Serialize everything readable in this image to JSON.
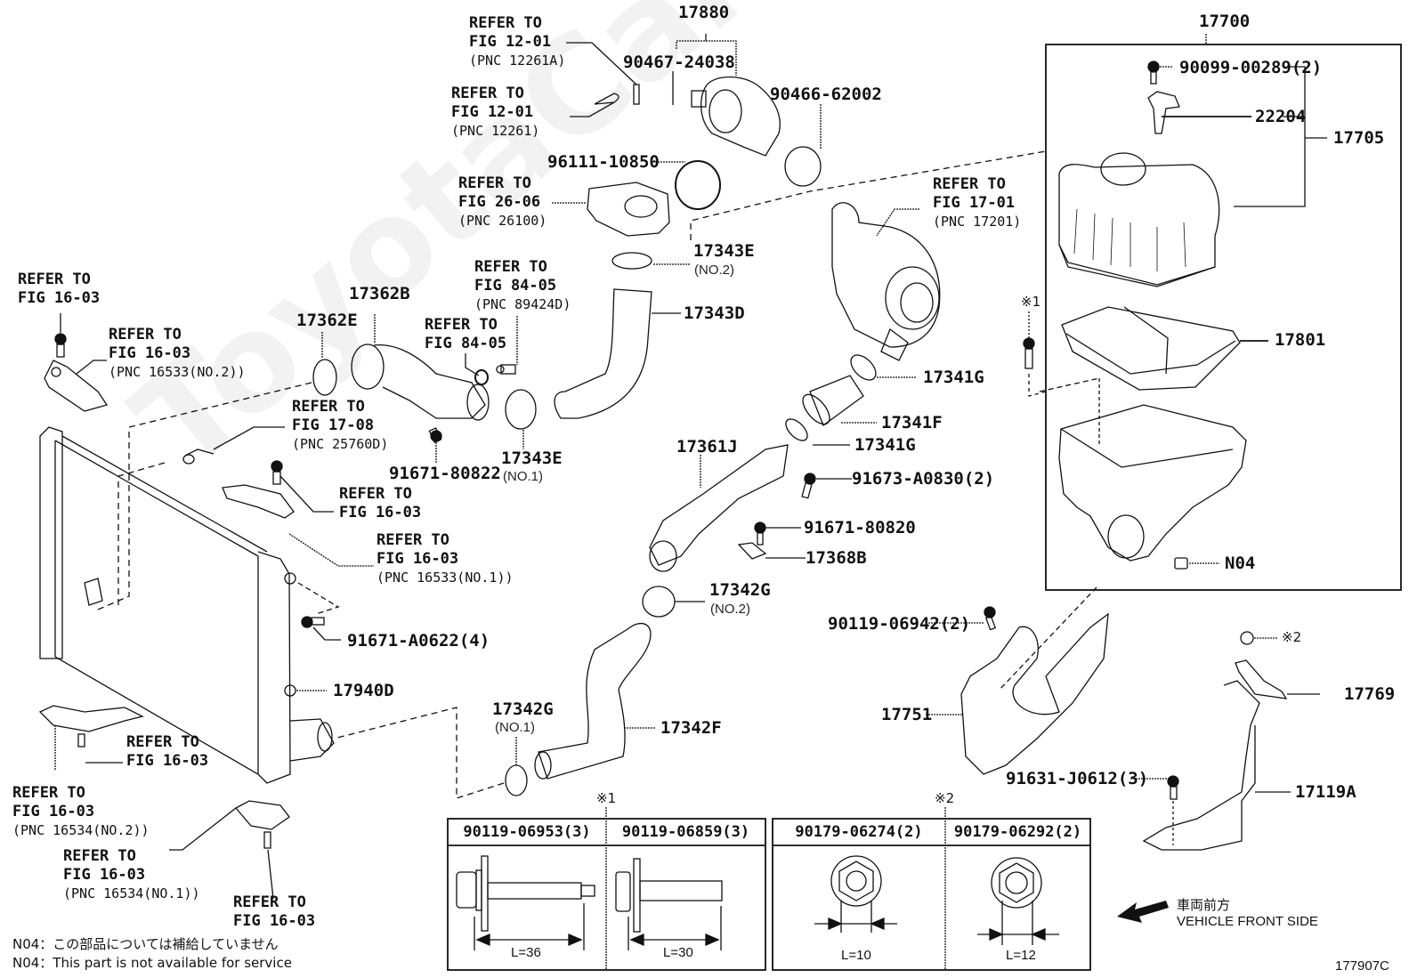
{
  "diagram": {
    "figure_id": "177907C",
    "watermark": "ToyotaCarMine.ru",
    "parts": {
      "p17880": "17880",
      "p90467": "90467-24038",
      "p90466": "90466-62002",
      "p96111": "96111-10850",
      "p17343E_no2": "17343E",
      "p17343E_no2_sub": "(NO.2)",
      "p17343D": "17343D",
      "p17362B": "17362B",
      "p17362E": "17362E",
      "p17343E_no1": "17343E",
      "p17343E_no1_sub": "(NO.1)",
      "p91671_80822": "91671-80822",
      "p17341G_a": "17341G",
      "p17341F": "17341F",
      "p17341G_b": "17341G",
      "p17361J": "17361J",
      "p91673": "91673-A0830(2)",
      "p91671_80820": "91671-80820",
      "p17368B": "17368B",
      "p17342G_no2": "17342G",
      "p17342G_no2_sub": "(NO.2)",
      "p17342F": "17342F",
      "p17342G_no1": "17342G",
      "p17342G_no1_sub": "(NO.1)",
      "p91671_A0622": "91671-A0622(4)",
      "p17940D": "17940D",
      "p17700": "17700",
      "p90099": "90099-00289(2)",
      "p22204": "22204",
      "p17705": "17705",
      "p17801": "17801",
      "pN04": "N04",
      "p90119_06942": "90119-06942(2)",
      "p17751": "17751",
      "p17769": "17769",
      "p91631": "91631-J0612(3)",
      "p17119A": "17119A"
    },
    "refs": {
      "r1": {
        "l1": "REFER TO",
        "l2": "FIG 12-01",
        "l3": "(PNC 12261A)"
      },
      "r2": {
        "l1": "REFER TO",
        "l2": "FIG 12-01",
        "l3": "(PNC 12261)"
      },
      "r3": {
        "l1": "REFER TO",
        "l2": "FIG 26-06",
        "l3": "(PNC 26100)"
      },
      "r4": {
        "l1": "REFER TO",
        "l2": "FIG 17-01",
        "l3": "(PNC 17201)"
      },
      "r5": {
        "l1": "REFER TO",
        "l2": "FIG 84-05",
        "l3": "(PNC 89424D)"
      },
      "r6": {
        "l1": "REFER TO",
        "l2": "FIG 84-05"
      },
      "r7": {
        "l1": "REFER TO",
        "l2": "FIG 16-03"
      },
      "r8": {
        "l1": "REFER TO",
        "l2": "FIG 16-03",
        "l3": "(PNC 16533(NO.2))"
      },
      "r9": {
        "l1": "REFER TO",
        "l2": "FIG 17-08",
        "l3": "(PNC 25760D)"
      },
      "r10": {
        "l1": "REFER TO",
        "l2": "FIG 16-03"
      },
      "r11": {
        "l1": "REFER TO",
        "l2": "FIG 16-03",
        "l3": "(PNC 16533(NO.1))"
      },
      "r12": {
        "l1": "REFER TO",
        "l2": "FIG 16-03"
      },
      "r13": {
        "l1": "REFER TO",
        "l2": "FIG 16-03",
        "l3": "(PNC 16534(NO.2))"
      },
      "r14": {
        "l1": "REFER TO",
        "l2": "FIG 16-03",
        "l3": "(PNC 16534(NO.1))"
      },
      "r15": {
        "l1": "REFER TO",
        "l2": "FIG 16-03"
      }
    },
    "markers": {
      "m1": "※1",
      "m2": "※2"
    },
    "fastener_tables": [
      {
        "marker": "※1",
        "columns": [
          {
            "part": "90119-06953(3)",
            "dimension": "L=36",
            "type": "flange-bolt"
          },
          {
            "part": "90119-06859(3)",
            "dimension": "L=30",
            "type": "bolt-washer"
          }
        ]
      },
      {
        "marker": "※2",
        "columns": [
          {
            "part": "90179-06274(2)",
            "dimension": "L=10",
            "type": "flange-nut"
          },
          {
            "part": "90179-06292(2)",
            "dimension": "L=12",
            "type": "flange-nut"
          }
        ]
      }
    ],
    "direction": {
      "jp": "車両前方",
      "en": "VEHICLE FRONT SIDE",
      "icon": "arrow-left-down-icon"
    },
    "notes": [
      "N04：この部品については補給していません",
      "N04：This part is not available for service"
    ]
  }
}
